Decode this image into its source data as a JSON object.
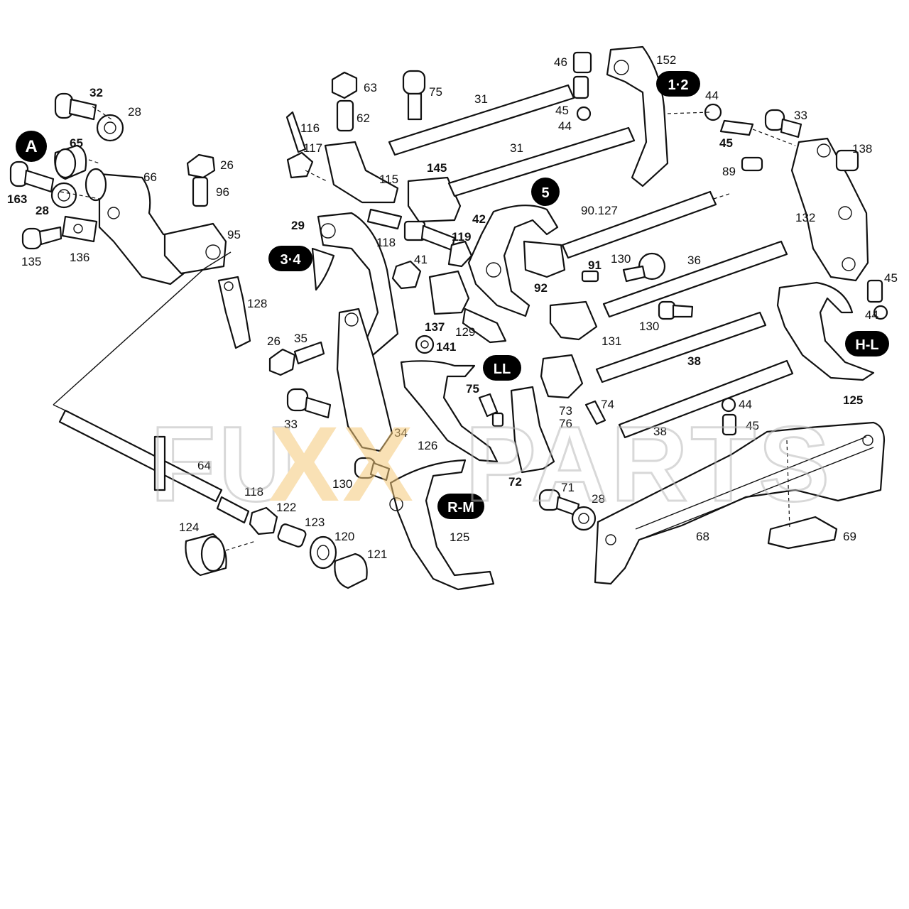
{
  "diagram": {
    "labels": [
      {
        "id": "32",
        "text": "32",
        "bold": true
      },
      {
        "id": "28a",
        "text": "28"
      },
      {
        "id": "65",
        "text": "65",
        "bold": true
      },
      {
        "id": "66",
        "text": "66"
      },
      {
        "id": "163",
        "text": "163",
        "bold": true
      },
      {
        "id": "28b",
        "text": "28",
        "bold": true
      },
      {
        "id": "135",
        "text": "135"
      },
      {
        "id": "136",
        "text": "136"
      },
      {
        "id": "26a",
        "text": "26"
      },
      {
        "id": "96",
        "text": "96"
      },
      {
        "id": "95",
        "text": "95"
      },
      {
        "id": "128",
        "text": "128"
      },
      {
        "id": "116",
        "text": "116"
      },
      {
        "id": "117",
        "text": "117"
      },
      {
        "id": "63",
        "text": "63"
      },
      {
        "id": "62",
        "text": "62"
      },
      {
        "id": "75a",
        "text": "75"
      },
      {
        "id": "31a",
        "text": "31"
      },
      {
        "id": "31b",
        "text": "31"
      },
      {
        "id": "46",
        "text": "46"
      },
      {
        "id": "45a",
        "text": "45"
      },
      {
        "id": "44a",
        "text": "44"
      },
      {
        "id": "152",
        "text": "152"
      },
      {
        "id": "44b",
        "text": "44"
      },
      {
        "id": "45b",
        "text": "45",
        "bold": true
      },
      {
        "id": "33a",
        "text": "33"
      },
      {
        "id": "138",
        "text": "138"
      },
      {
        "id": "89",
        "text": "89"
      },
      {
        "id": "115",
        "text": "115"
      },
      {
        "id": "145",
        "text": "145",
        "bold": true
      },
      {
        "id": "42",
        "text": "42",
        "bold": true
      },
      {
        "id": "90127",
        "text": "90.127"
      },
      {
        "id": "132",
        "text": "132"
      },
      {
        "id": "29",
        "text": "29",
        "bold": true
      },
      {
        "id": "118a",
        "text": "118"
      },
      {
        "id": "119",
        "text": "119",
        "bold": true
      },
      {
        "id": "41",
        "text": "41"
      },
      {
        "id": "91",
        "text": "91",
        "bold": true
      },
      {
        "id": "92",
        "text": "92",
        "bold": true
      },
      {
        "id": "130a",
        "text": "130"
      },
      {
        "id": "36",
        "text": "36"
      },
      {
        "id": "45c",
        "text": "45"
      },
      {
        "id": "44c",
        "text": "44"
      },
      {
        "id": "130b",
        "text": "130"
      },
      {
        "id": "137",
        "text": "137",
        "bold": true
      },
      {
        "id": "141",
        "text": "141",
        "bold": true
      },
      {
        "id": "129",
        "text": "129"
      },
      {
        "id": "131",
        "text": "131"
      },
      {
        "id": "26b",
        "text": "26"
      },
      {
        "id": "35",
        "text": "35"
      },
      {
        "id": "38a",
        "text": "38",
        "bold": true
      },
      {
        "id": "125a",
        "text": "125",
        "bold": true
      },
      {
        "id": "75b",
        "text": "75",
        "bold": true
      },
      {
        "id": "73",
        "text": "73"
      },
      {
        "id": "74",
        "text": "74"
      },
      {
        "id": "76",
        "text": "76"
      },
      {
        "id": "33b",
        "text": "33"
      },
      {
        "id": "34",
        "text": "34"
      },
      {
        "id": "126",
        "text": "126"
      },
      {
        "id": "44d",
        "text": "44"
      },
      {
        "id": "45d",
        "text": "45"
      },
      {
        "id": "38b",
        "text": "38"
      },
      {
        "id": "64",
        "text": "64"
      },
      {
        "id": "118b",
        "text": "118"
      },
      {
        "id": "122",
        "text": "122"
      },
      {
        "id": "123",
        "text": "123"
      },
      {
        "id": "120",
        "text": "120"
      },
      {
        "id": "121",
        "text": "121"
      },
      {
        "id": "124",
        "text": "124"
      },
      {
        "id": "130c",
        "text": "130"
      },
      {
        "id": "72",
        "text": "72",
        "bold": true
      },
      {
        "id": "125b",
        "text": "125"
      },
      {
        "id": "71",
        "text": "71"
      },
      {
        "id": "28c",
        "text": "28"
      },
      {
        "id": "68",
        "text": "68"
      },
      {
        "id": "69",
        "text": "69"
      }
    ],
    "badges": [
      {
        "id": "A",
        "text": "A"
      },
      {
        "id": "12",
        "text": "1·2"
      },
      {
        "id": "5",
        "text": "5"
      },
      {
        "id": "34",
        "text": "3·4"
      },
      {
        "id": "HL",
        "text": "H-L"
      },
      {
        "id": "LL",
        "text": "LL"
      },
      {
        "id": "RM",
        "text": "R-M"
      }
    ]
  },
  "watermark": {
    "part1": "FU",
    "part2": "XX",
    "part3": "PARTS",
    "color_main": "#b9b9b9",
    "color_accent": "#f5c97a"
  }
}
